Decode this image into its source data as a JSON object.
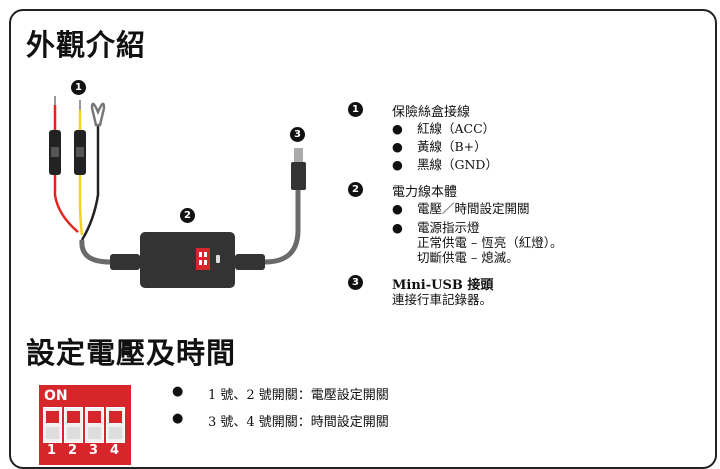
{
  "headings": {
    "appearance": "外觀介紹",
    "settings": "設定電壓及時間"
  },
  "callout_numbers": [
    "1",
    "2",
    "3"
  ],
  "sections": [
    {
      "number": "1",
      "title": "保險絲盒接線",
      "bullets": [
        "紅線（ACC）",
        "黃線（B+）",
        "黑線（GND）"
      ]
    },
    {
      "number": "2",
      "title": "電力線本體",
      "bullets": [
        "電壓／時間設定開關",
        "電源指示燈"
      ],
      "sub_lines": [
        "正常供電 – 恆亮（紅燈）。",
        "切斷供電 – 熄滅。"
      ]
    },
    {
      "number": "3",
      "title": "Mini-USB 接頭",
      "sub_lines": [
        "連接行車記錄器。"
      ]
    }
  ],
  "dip_switch": {
    "label": "ON",
    "numbers": [
      "1",
      "2",
      "3",
      "4"
    ]
  },
  "dip_descriptions": [
    "1 號、2 號開關：電壓設定開關",
    "3 號、4 號開關：時間設定開關"
  ],
  "bullet_symbol": "●",
  "colors": {
    "red_wire": "#e0261d",
    "yellow_wire": "#f2d21a",
    "cable": "#6a6a6a",
    "box": "#333333",
    "dip_red": "#d7262b"
  }
}
